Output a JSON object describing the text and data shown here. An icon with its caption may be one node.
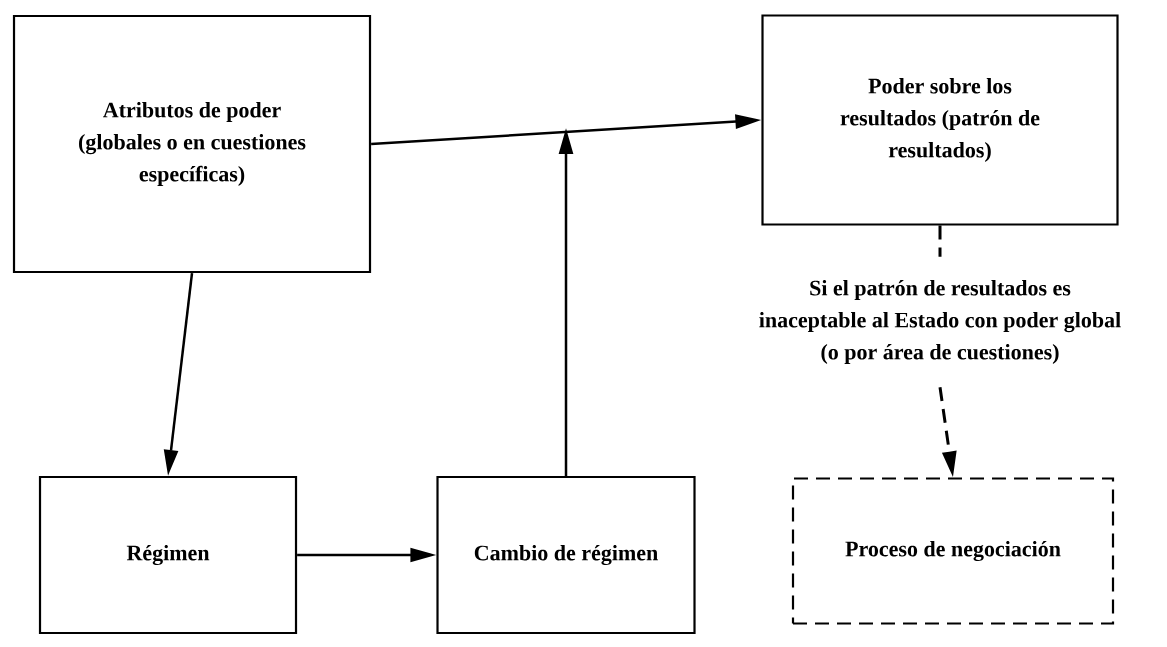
{
  "diagram": {
    "nodes": [
      {
        "text": [
          "Atributos de poder (globales o en cuestiones específicas)"
        ]
      },
      {
        "text": [
          "Poder sobre los resultados (patrón de resultados)"
        ]
      },
      {
        "text": [
          "Si el patrón de resultados es inaceptable al Estado con poder global (o por área de cuestiones)"
        ]
      },
      {
        "text": [
          "Régimen"
        ]
      },
      {
        "text": [
          "Cambio de régimen"
        ]
      },
      {
        "text": [
          "Proceso de negociación"
        ]
      }
    ],
    "edges": [
      {
        "from": 0,
        "to": 1,
        "arrow": "to"
      },
      {
        "from": 0,
        "to": 3,
        "arrow": "to"
      },
      {
        "from": 3,
        "to": 4,
        "arrow": "to"
      },
      {
        "from": 4,
        "to": null,
        "arrow": "to"
      },
      {
        "from": 1,
        "to": 2,
        "arrow": "none",
        "style": "dashed"
      },
      {
        "from": 2,
        "to": 5,
        "arrow": "to",
        "style": "dashed"
      }
    ]
  }
}
